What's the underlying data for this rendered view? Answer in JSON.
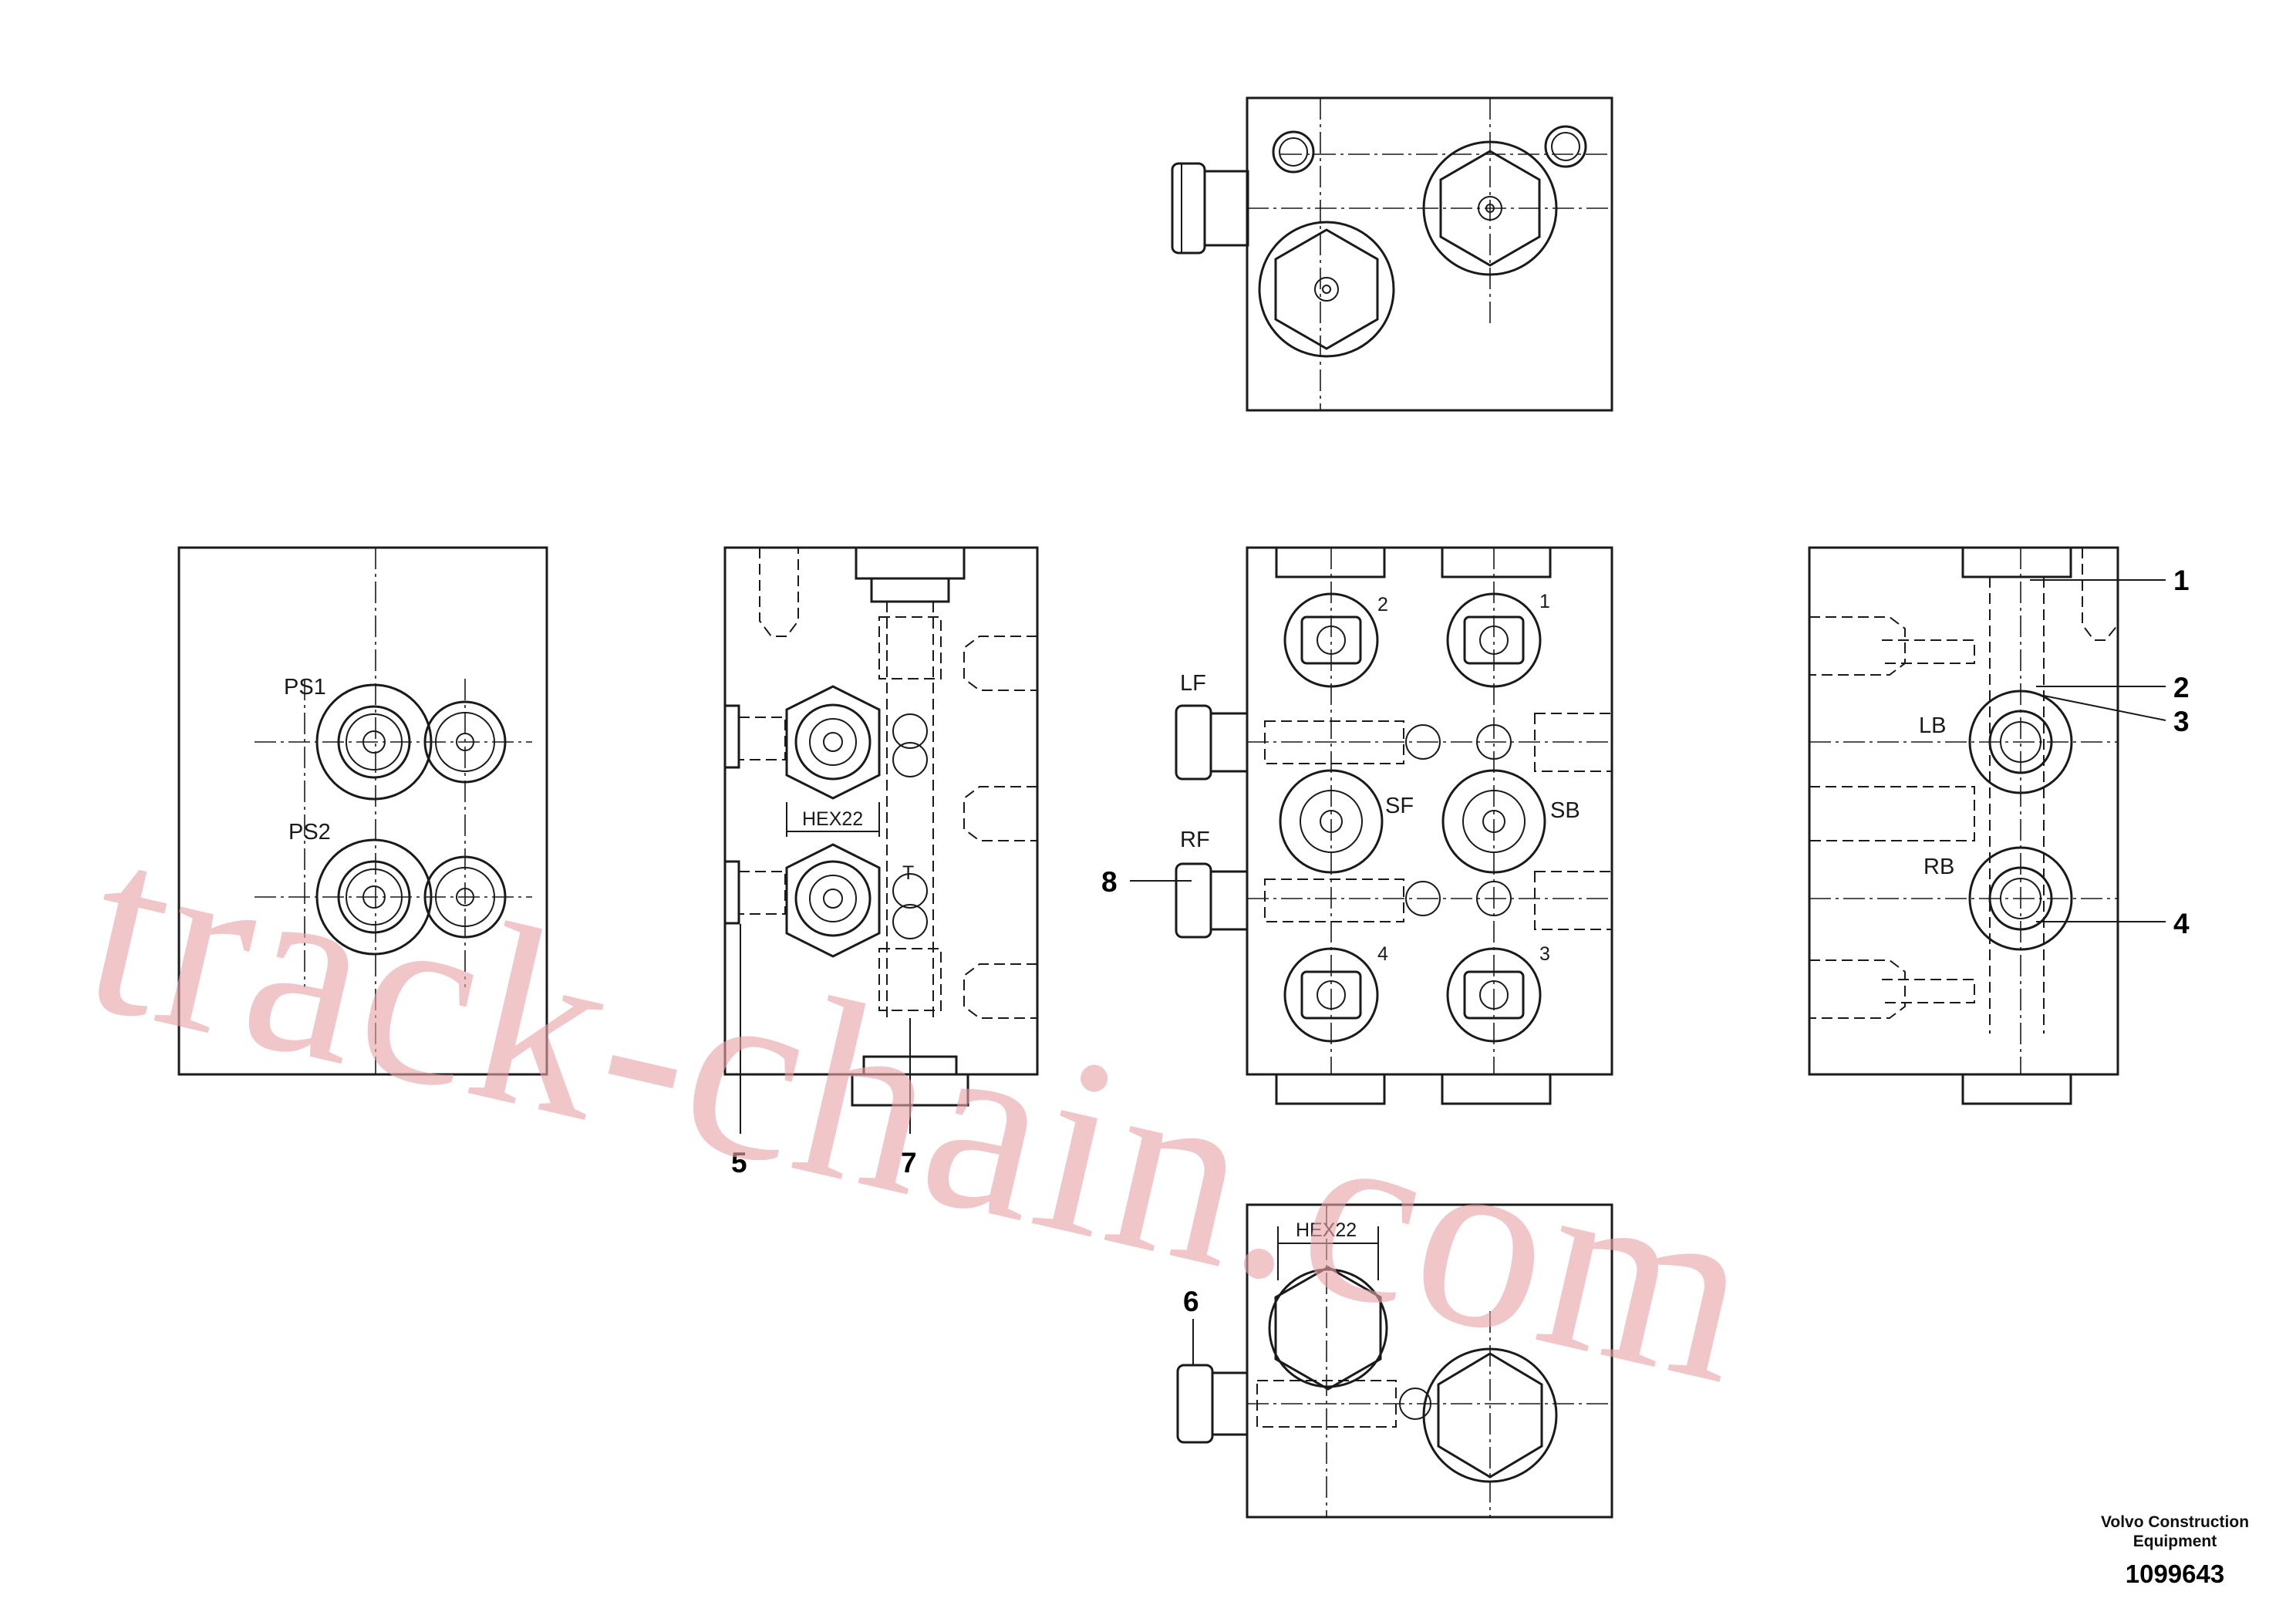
{
  "ports": {
    "ps1": "PS1",
    "ps2": "PS2",
    "lf": "LF",
    "rf": "RF",
    "sf": "SF",
    "sb": "SB",
    "lb": "LB",
    "rb": "RB",
    "hex_front": "HEX22",
    "hex_bottom": "HEX22",
    "n1": "1",
    "n2": "2",
    "n3": "3",
    "n4": "4",
    "t": "T"
  },
  "callouts": {
    "c1": "1",
    "c2": "2",
    "c3": "3",
    "c4": "4",
    "c5": "5",
    "c6": "6",
    "c7": "7",
    "c8": "8"
  },
  "watermark": "track-chain.com",
  "footer": {
    "brand_line1": "Volvo Construction",
    "brand_line2": "Equipment",
    "drawing_number": "1099643"
  }
}
